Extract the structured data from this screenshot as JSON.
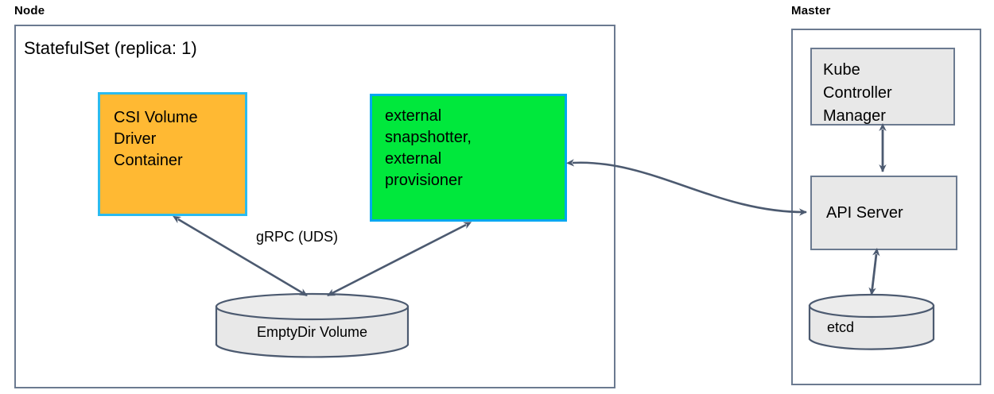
{
  "diagram": {
    "title": "Kubernetes CSI StatefulSet Architecture",
    "colors": {
      "group_border": "#6b7a90",
      "csi_fill": "#ffb933",
      "csi_border": "#2bbbef",
      "external_fill": "#00e83c",
      "external_border": "#00a8f0",
      "gray_fill": "#e8e8e8",
      "arrow": "#4c5a70"
    }
  },
  "node_group": {
    "label": "Node",
    "statefulset_title": "StatefulSet (replica: 1)",
    "csi_box": {
      "text": "CSI Volume\nDriver\nContainer"
    },
    "external_box": {
      "text": "external\nsnapshotter,\nexternal\nprovisioner"
    },
    "volume": {
      "label": "EmptyDir Volume"
    },
    "grpc_label": "gRPC (UDS)"
  },
  "master_group": {
    "label": "Master",
    "kube_controller_manager": {
      "text": "Kube\nController\nManager"
    },
    "api_server": {
      "text": "API Server"
    },
    "etcd": {
      "label": "etcd"
    }
  }
}
